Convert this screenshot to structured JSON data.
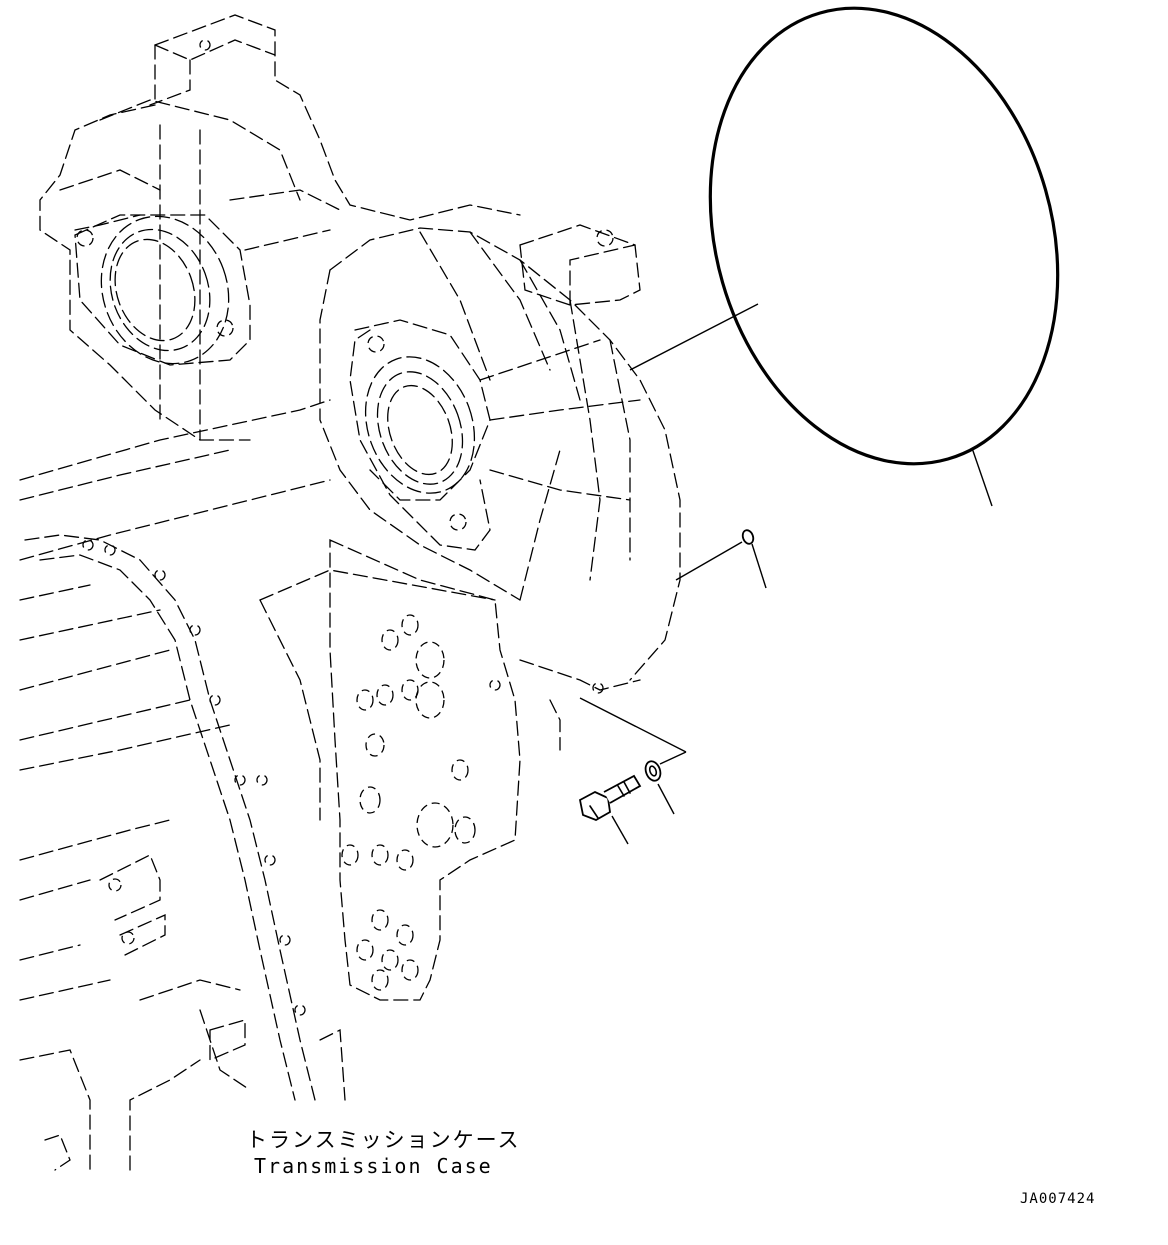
{
  "labels": {
    "case_jp": "トランスミッションケース",
    "case_en": "Transmission Case",
    "drawing_id": "JA007424"
  },
  "colors": {
    "line": "#000000",
    "background": "#ffffff"
  }
}
